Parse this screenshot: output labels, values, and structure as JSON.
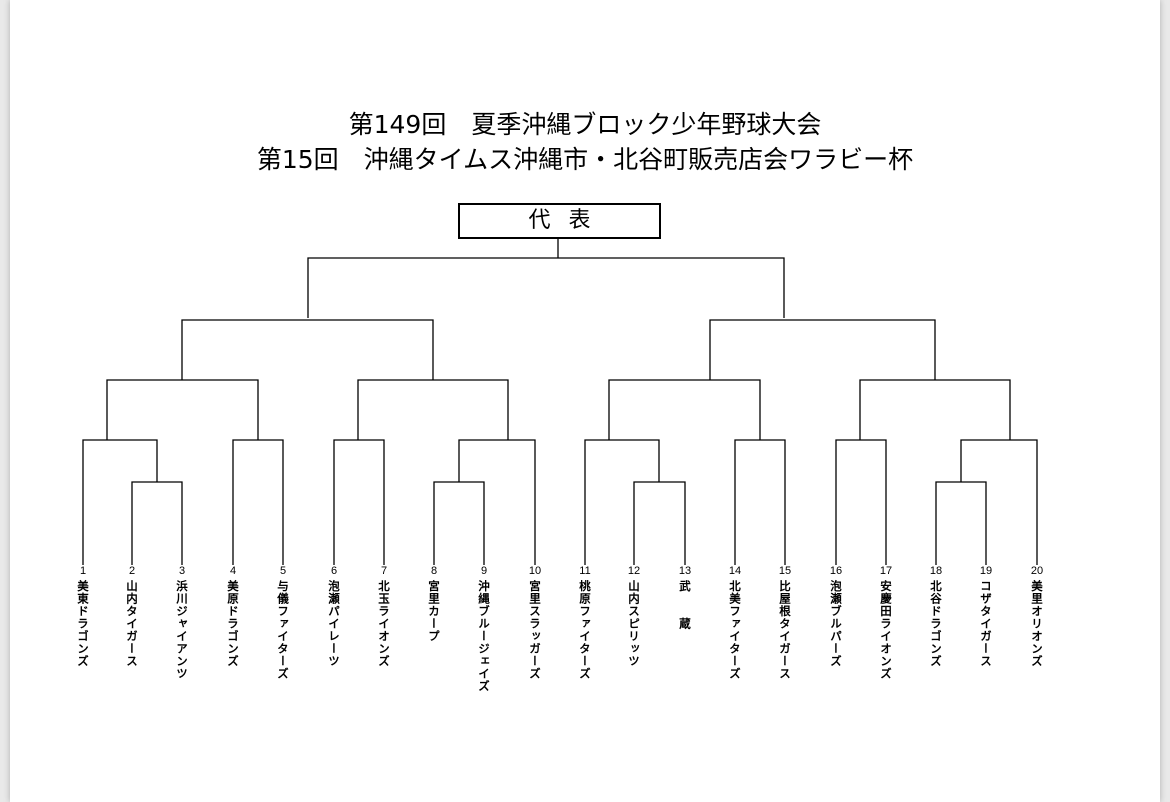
{
  "titles": {
    "line1": "第149回　夏季沖縄ブロック少年野球大会",
    "line2": "第15回　沖縄タイムス沖縄市・北谷町販売店会ワラビー杯"
  },
  "representative_label": "代表",
  "teams": [
    {
      "seed": "1",
      "name": "美東ドラゴンズ"
    },
    {
      "seed": "2",
      "name": "山内タイガース"
    },
    {
      "seed": "3",
      "name": "浜川ジャイアンツ"
    },
    {
      "seed": "4",
      "name": "美原ドラゴンズ"
    },
    {
      "seed": "5",
      "name": "与儀ファイターズ"
    },
    {
      "seed": "6",
      "name": "泡瀬パイレーツ"
    },
    {
      "seed": "7",
      "name": "北玉ライオンズ"
    },
    {
      "seed": "8",
      "name": "宮里カープ"
    },
    {
      "seed": "9",
      "name": "沖縄ブルージェイズ"
    },
    {
      "seed": "10",
      "name": "宮里スラッガーズ"
    },
    {
      "seed": "11",
      "name": "桃原ファイターズ"
    },
    {
      "seed": "12",
      "name": "山内スピリッツ"
    },
    {
      "seed": "13",
      "name": "武　　蔵"
    },
    {
      "seed": "14",
      "name": "北美ファイターズ"
    },
    {
      "seed": "15",
      "name": "比屋根タイガース"
    },
    {
      "seed": "16",
      "name": "泡瀬ブルパーズ"
    },
    {
      "seed": "17",
      "name": "安慶田ライオンズ"
    },
    {
      "seed": "18",
      "name": "北谷ドラゴンズ"
    },
    {
      "seed": "19",
      "name": "コザタイガース"
    },
    {
      "seed": "20",
      "name": "美里オリオンズ"
    }
  ]
}
